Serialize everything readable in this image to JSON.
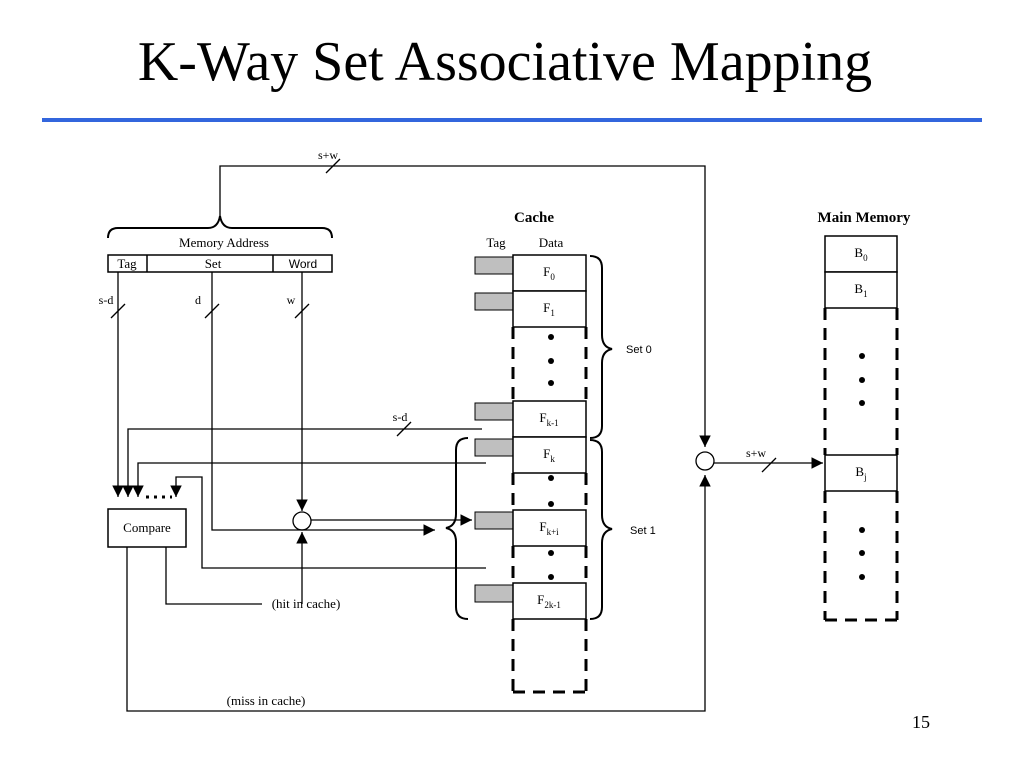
{
  "slide": {
    "title": "K-Way Set Associative Mapping",
    "page_number": "15",
    "rule_color": "#3366dd"
  },
  "diagram": {
    "address": {
      "caption": "Memory Address",
      "fields": {
        "tag": "Tag",
        "set": "Set",
        "word": "Word"
      },
      "top_width": "s+w",
      "tag_width": "s-d",
      "set_width": "d",
      "word_width": "w"
    },
    "cache": {
      "title": "Cache",
      "tag_header": "Tag",
      "data_header": "Data",
      "set0_label": "Set 0",
      "set1_label": "Set 1",
      "compare_tag_width": "s-d",
      "lines": [
        {
          "base": "F",
          "sub": "0"
        },
        {
          "base": "F",
          "sub": "1"
        },
        {
          "base": "F",
          "sub": "k-1"
        },
        {
          "base": "F",
          "sub": "k"
        },
        {
          "base": "F",
          "sub": "k+i"
        },
        {
          "base": "F",
          "sub": "2k-1"
        }
      ]
    },
    "main_memory": {
      "title": "Main Memory",
      "link_width": "s+w",
      "blocks": [
        {
          "base": "B",
          "sub": "0"
        },
        {
          "base": "B",
          "sub": "1"
        },
        {
          "base": "B",
          "sub": "j"
        }
      ]
    },
    "compare": {
      "label": "Compare"
    },
    "hit_label": "(hit in cache)",
    "miss_label": "(miss in cache)",
    "tag_fill": "#bfbfbf"
  }
}
